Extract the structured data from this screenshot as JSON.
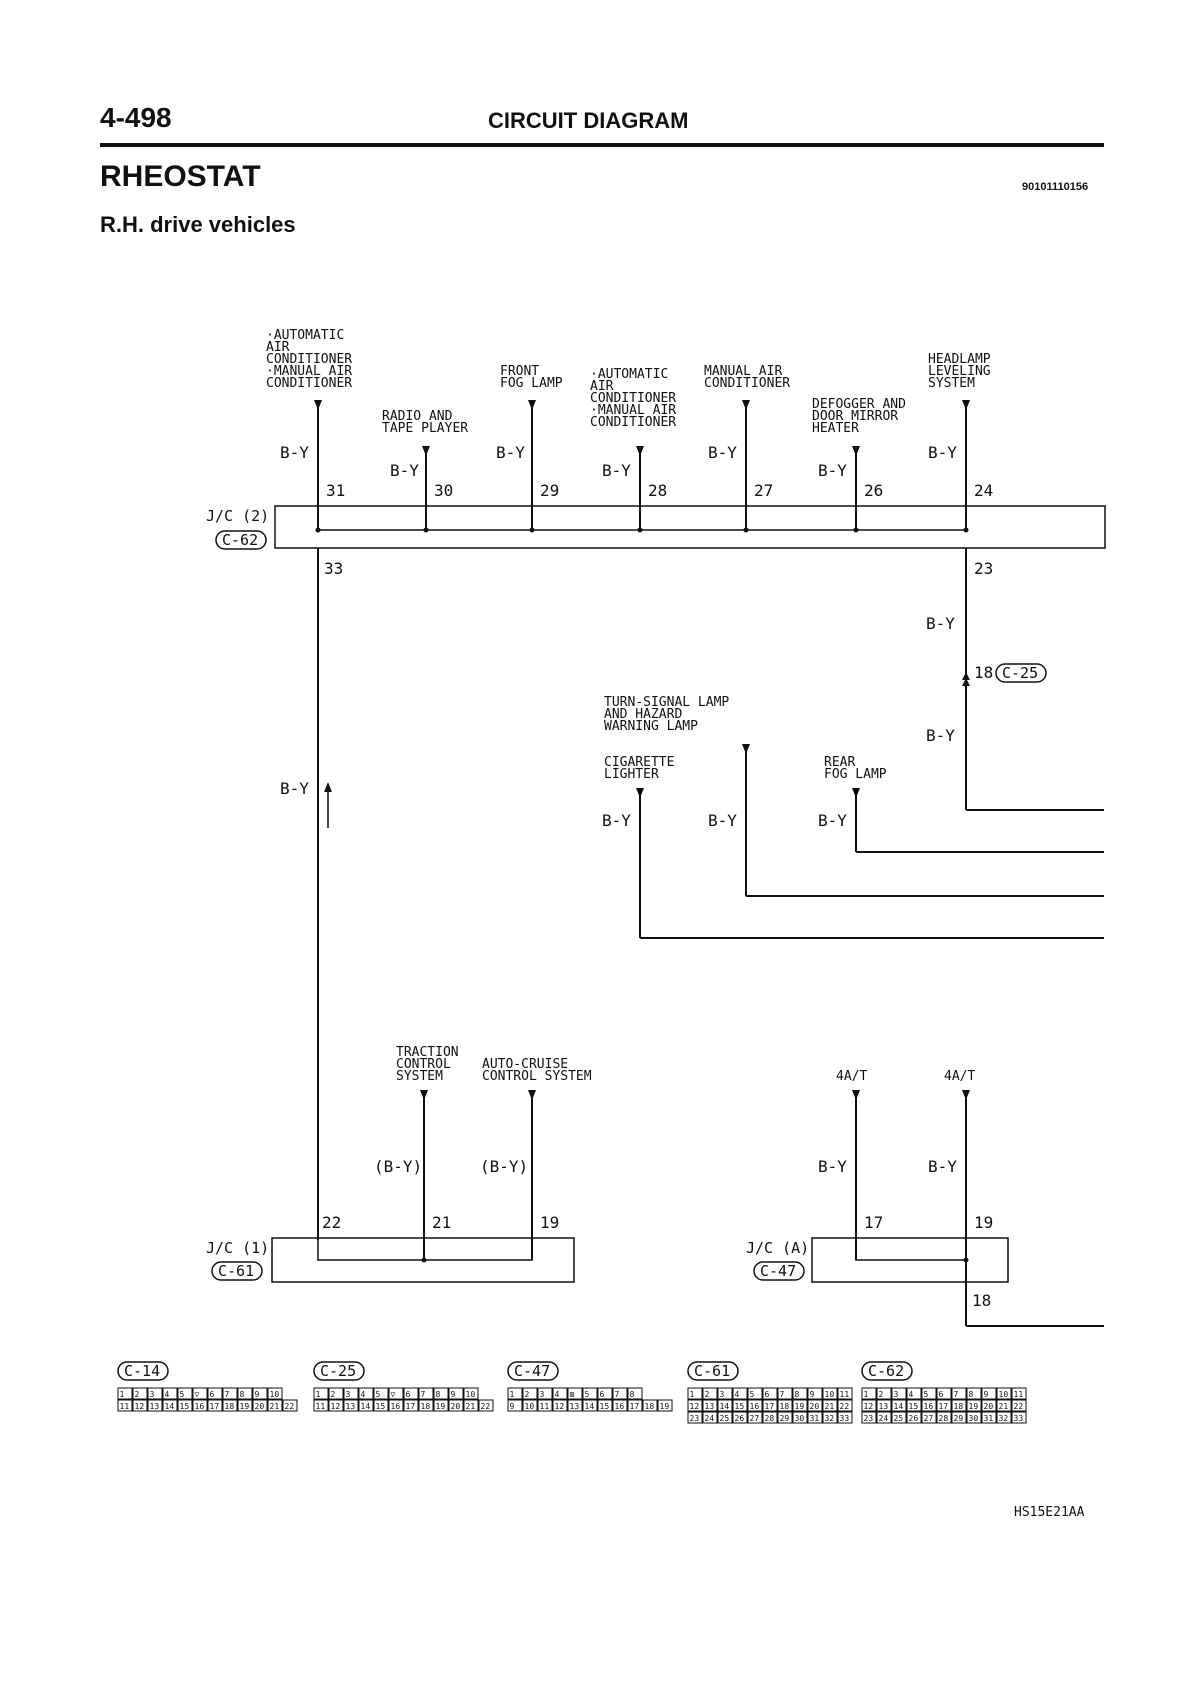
{
  "header": {
    "page_number": "4-498",
    "section_title": "CIRCUIT DIAGRAM",
    "diagram_title": "RHEOSTAT",
    "doc_code": "90101110156",
    "subtitle": "R.H. drive vehicles"
  },
  "wire_color": "B-Y",
  "wire_color_optional": "(B-Y)",
  "junction_blocks": {
    "jc2": {
      "name": "J/C (2)",
      "connector": "C-62"
    },
    "jc1": {
      "name": "J/C (1)",
      "connector": "C-61"
    },
    "jca": {
      "name": "J/C (A)",
      "connector": "C-47"
    }
  },
  "top_feeds": [
    {
      "pin": "31",
      "label": [
        "·AUTOMATIC",
        " AIR",
        " CONDITIONER",
        "·MANUAL AIR",
        " CONDITIONER"
      ]
    },
    {
      "pin": "30",
      "label": [
        "RADIO AND",
        "TAPE PLAYER"
      ]
    },
    {
      "pin": "29",
      "label": [
        "FRONT",
        "FOG LAMP"
      ]
    },
    {
      "pin": "28",
      "label": [
        "·AUTOMATIC",
        " AIR",
        " CONDITIONER",
        "·MANUAL AIR",
        " CONDITIONER"
      ]
    },
    {
      "pin": "27",
      "label": [
        "MANUAL AIR",
        "CONDITIONER"
      ]
    },
    {
      "pin": "26",
      "label": [
        "DEFOGGER AND",
        "DOOR MIRROR",
        "HEATER"
      ]
    },
    {
      "pin": "24",
      "label": [
        "HEADLAMP",
        "LEVELING",
        "SYSTEM"
      ]
    }
  ],
  "jc2_lower_pins": {
    "left": "33",
    "right": "23"
  },
  "inline_connector": {
    "pin": "18",
    "connector": "C-25"
  },
  "mid_feeds": [
    {
      "id": "turn-signal",
      "label": [
        "TURN-SIGNAL LAMP",
        "AND HAZARD",
        "WARNING LAMP"
      ]
    },
    {
      "id": "cigarette-lighter",
      "label": [
        "CIGARETTE",
        "LIGHTER"
      ]
    },
    {
      "id": "rear-fog",
      "label": [
        "REAR",
        "FOG LAMP"
      ]
    }
  ],
  "bottom_feeds": [
    {
      "pin": "21",
      "label": [
        "TRACTION",
        "CONTROL",
        "SYSTEM"
      ]
    },
    {
      "pin": "19",
      "label": [
        "AUTO-CRUISE",
        "CONTROL SYSTEM"
      ]
    },
    {
      "pin": "17",
      "label": [
        "4A/T"
      ]
    },
    {
      "pin": "19",
      "label": [
        "4A/T"
      ]
    }
  ],
  "jc1_pin_left": "22",
  "jca_pin_out": "18",
  "connectors": [
    {
      "name": "C-14",
      "rows": [
        [
          "1",
          "2",
          "3",
          "4",
          "5",
          "▽",
          "6",
          "7",
          "8",
          "9",
          "10"
        ],
        [
          "11",
          "12",
          "13",
          "14",
          "15",
          "16",
          "17",
          "18",
          "19",
          "20",
          "21",
          "22"
        ]
      ]
    },
    {
      "name": "C-25",
      "rows": [
        [
          "1",
          "2",
          "3",
          "4",
          "5",
          "▽",
          "6",
          "7",
          "8",
          "9",
          "10"
        ],
        [
          "11",
          "12",
          "13",
          "14",
          "15",
          "16",
          "17",
          "18",
          "19",
          "20",
          "21",
          "22"
        ]
      ]
    },
    {
      "name": "C-47",
      "rows": [
        [
          "1",
          "2",
          "3",
          "4",
          "⊠",
          "5",
          "6",
          "7",
          "8"
        ],
        [
          "9",
          "10",
          "11",
          "12",
          "13",
          "14",
          "15",
          "16",
          "17",
          "18",
          "19"
        ]
      ]
    },
    {
      "name": "C-61",
      "rows": [
        [
          "1",
          "2",
          "3",
          "4",
          "5",
          "6",
          "7",
          "8",
          "9",
          "10",
          "11"
        ],
        [
          "12",
          "13",
          "14",
          "15",
          "16",
          "17",
          "18",
          "19",
          "20",
          "21",
          "22"
        ],
        [
          "23",
          "24",
          "25",
          "26",
          "27",
          "28",
          "29",
          "30",
          "31",
          "32",
          "33"
        ]
      ]
    },
    {
      "name": "C-62",
      "rows": [
        [
          "1",
          "2",
          "3",
          "4",
          "5",
          "6",
          "7",
          "8",
          "9",
          "10",
          "11"
        ],
        [
          "12",
          "13",
          "14",
          "15",
          "16",
          "17",
          "18",
          "19",
          "20",
          "21",
          "22"
        ],
        [
          "23",
          "24",
          "25",
          "26",
          "27",
          "28",
          "29",
          "30",
          "31",
          "32",
          "33"
        ]
      ]
    }
  ],
  "figure_code": "HS15E21AA"
}
